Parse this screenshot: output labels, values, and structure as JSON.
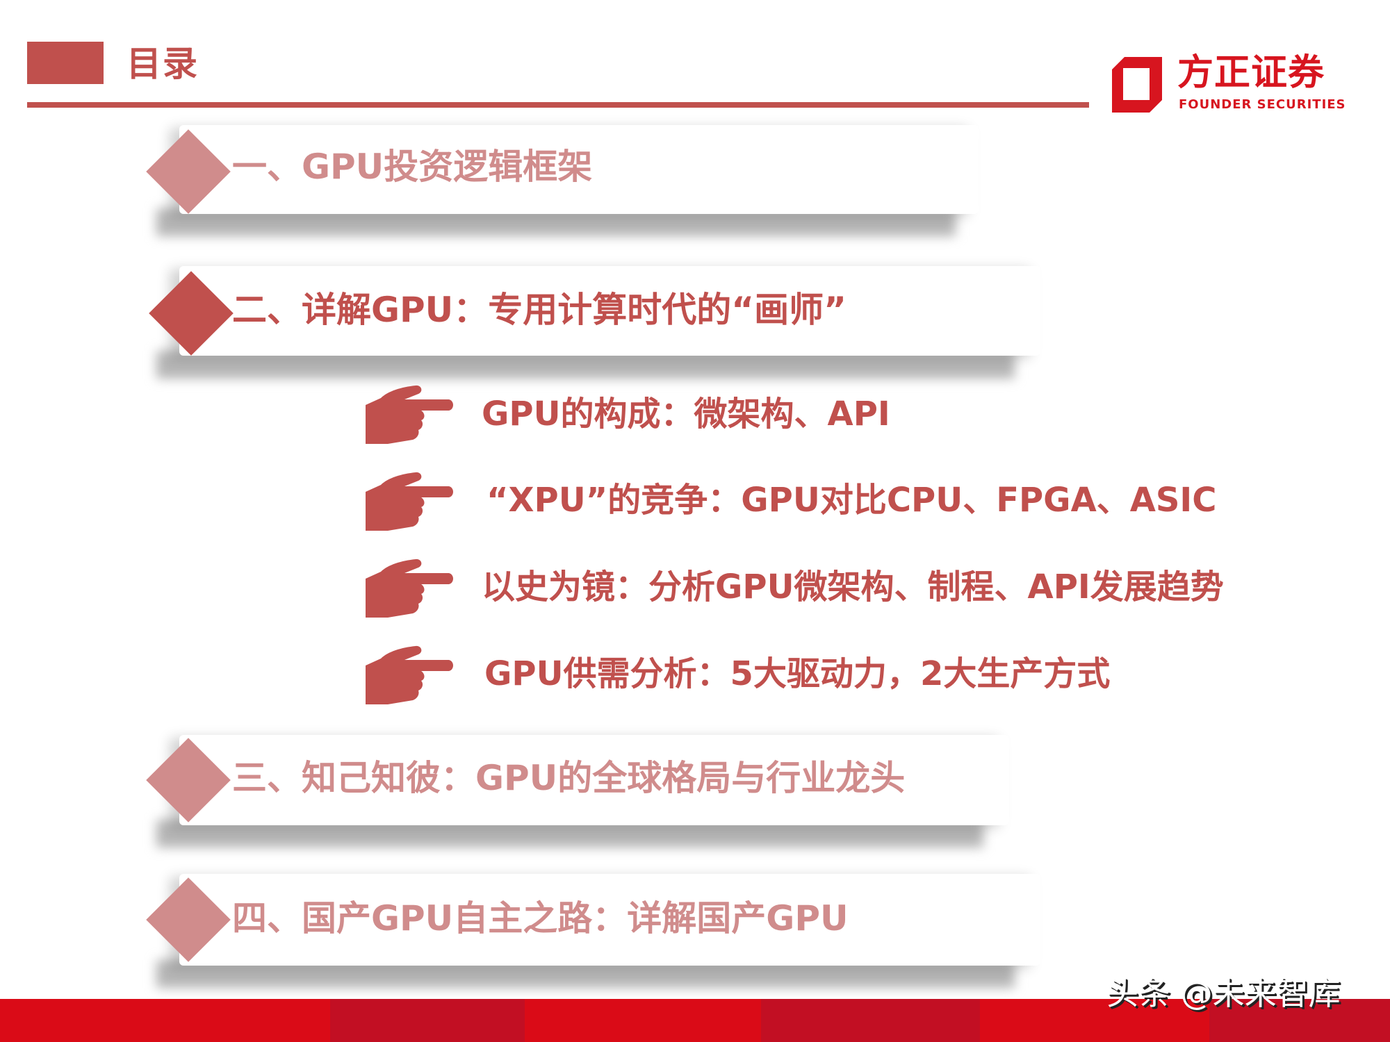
{
  "header": {
    "title": "目录"
  },
  "logo": {
    "name_cn": "方正证券",
    "name_en": "FOUNDER SECURITIES",
    "brand_color": "#D7151F"
  },
  "colors": {
    "accent": "#C0504D",
    "inactive": "#D08C8C",
    "footer_red": "#DA0B17",
    "footer_dark_red": "#C20F23"
  },
  "sections": [
    {
      "label": "一、GPU投资逻辑框架",
      "state": "inactive",
      "icon": "diamond-icon"
    },
    {
      "label": "二、详解GPU：专用计算时代的“画师”",
      "state": "active",
      "icon": "diamond-icon"
    },
    {
      "label": "三、知己知彼：GPU的全球格局与行业龙头",
      "state": "inactive",
      "icon": "diamond-icon"
    },
    {
      "label": "四、国产GPU自主之路：详解国产GPU",
      "state": "inactive",
      "icon": "diamond-icon"
    }
  ],
  "subitems": [
    {
      "label": "GPU的构成：微架构、API",
      "icon": "pointing-hand-icon"
    },
    {
      "label": "“XPU”的竞争：GPU对比CPU、FPGA、ASIC",
      "icon": "pointing-hand-icon"
    },
    {
      "label": "以史为镜：分析GPU微架构、制程、API发展趋势",
      "icon": "pointing-hand-icon"
    },
    {
      "label": "GPU供需分析：5大驱动力，2大生产方式",
      "icon": "pointing-hand-icon"
    }
  ],
  "footer": {
    "watermark": "头条 @未来智库"
  }
}
